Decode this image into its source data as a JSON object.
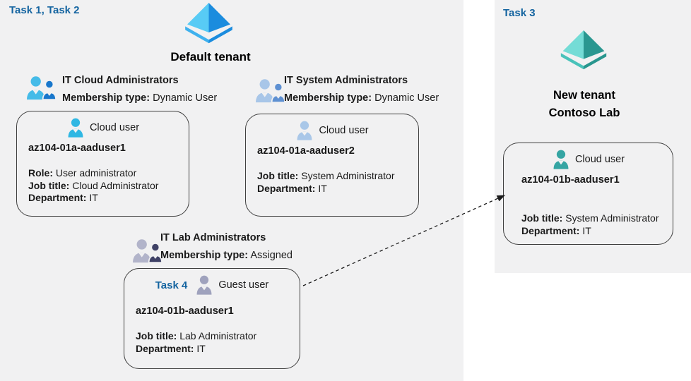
{
  "icons": {
    "tenant_blue": "azure-ad-tenant-icon",
    "tenant_teal": "azure-ad-tenant-icon",
    "group": "group-people-icon",
    "user_bust": "person-bust-icon",
    "arrow": "dashed-arrow"
  },
  "colors": {
    "panel_bg": "#f1f1f2",
    "canvas_bg": "#ffffff",
    "task_label_blue": "#1464a0",
    "box_border": "#3f3f3f",
    "text": "#1a1a1a",
    "arrow": "#1a1a1a",
    "white": "#ffffff",
    "azure_blue": {
      "left_face": "#58cbf5",
      "right_face": "#1b8cde",
      "band_left": "#3fb1ee",
      "band_right": "#1b8cde"
    },
    "azure_teal": {
      "left_face": "#74dcd6",
      "right_face": "#2a9790",
      "band_left": "#49c2ba",
      "band_right": "#28968e"
    },
    "group_cloud": {
      "front": "#45bbe8",
      "back": "#1877cc"
    },
    "group_system": {
      "front": "#a8c6e8",
      "back": "#5e90d2"
    },
    "group_lab": {
      "front": "#b2b4ca",
      "back": "#3f4166"
    },
    "user_cloud1": "#2fb7e3",
    "user_cloud2": "#a9c7e8",
    "user_guest": "#9fa2bd",
    "user_teal": "#35a5a3"
  },
  "default_tenant": {
    "task_label": "Task 1, Task 2",
    "title": "Default tenant",
    "groups": [
      {
        "name": "IT Cloud Administrators",
        "membership_label": "Membership type:",
        "membership_value": "Dynamic User",
        "user": {
          "type_label": "Cloud user",
          "username": "az104-01a-aaduser1",
          "fields": [
            {
              "label": "Role:",
              "value": "User administrator"
            },
            {
              "label": "Job title:",
              "value": "Cloud Administrator"
            },
            {
              "label": "Department:",
              "value": "IT"
            }
          ]
        }
      },
      {
        "name": "IT System Administrators",
        "membership_label": "Membership type:",
        "membership_value": "Dynamic User",
        "user": {
          "type_label": "Cloud user",
          "username": "az104-01a-aaduser2",
          "fields": [
            {
              "label": "Job title:",
              "value": "System Administrator"
            },
            {
              "label": "Department:",
              "value": "IT"
            }
          ]
        }
      },
      {
        "name": "IT Lab Administrators",
        "membership_label": "Membership type:",
        "membership_value": "Assigned",
        "user": {
          "task_label": "Task 4",
          "type_label": "Guest user",
          "username": "az104-01b-aaduser1",
          "fields": [
            {
              "label": "Job title:",
              "value": "Lab Administrator"
            },
            {
              "label": "Department:",
              "value": "IT"
            }
          ]
        }
      }
    ]
  },
  "new_tenant": {
    "task_label": "Task 3",
    "title_line1": "New tenant",
    "title_line2": "Contoso Lab",
    "user": {
      "type_label": "Cloud user",
      "username": "az104-01b-aaduser1",
      "fields": [
        {
          "label": "Job title:",
          "value": "System Administrator"
        },
        {
          "label": "Department:",
          "value": "IT"
        }
      ]
    }
  }
}
